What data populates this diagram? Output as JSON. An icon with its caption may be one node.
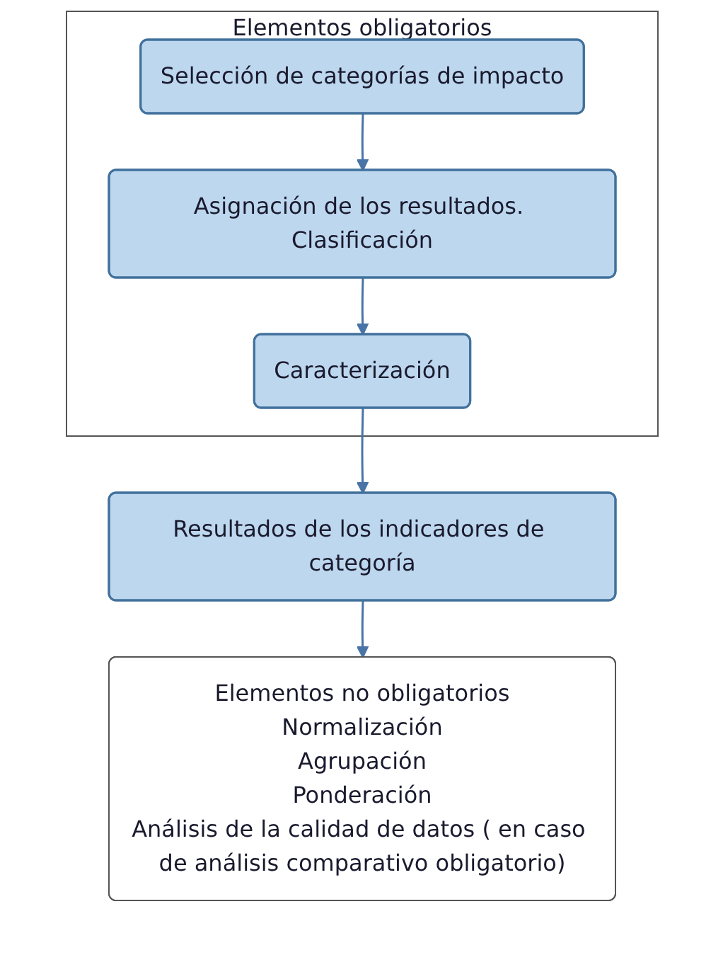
{
  "diagram": {
    "nodes": [
      {
        "text": [
          "Elementos obligatorios"
        ]
      },
      {
        "text": [
          "Selección de categorías de impacto"
        ],
        "in": 0
      },
      {
        "text": [
          "Asignación de los resultados. Clasificación"
        ],
        "in": 0
      },
      {
        "text": [
          "Caracterización"
        ],
        "in": 0
      },
      {
        "text": [
          "Resultados de los indicadores de categoría"
        ]
      },
      {
        "text": [
          "Elementos no obligatorios",
          "Normalización",
          "Agrupación",
          "Ponderación",
          "Análisis de la calidad de datos ( en caso de análisis comparativo obligatorio)"
        ]
      }
    ],
    "edges": [
      {
        "from": 1,
        "to": 2,
        "arrow": "to"
      },
      {
        "from": 2,
        "to": 3,
        "arrow": "to"
      },
      {
        "from": 3,
        "to": 4,
        "arrow": "to"
      },
      {
        "from": 4,
        "to": 5,
        "arrow": "to"
      }
    ]
  }
}
